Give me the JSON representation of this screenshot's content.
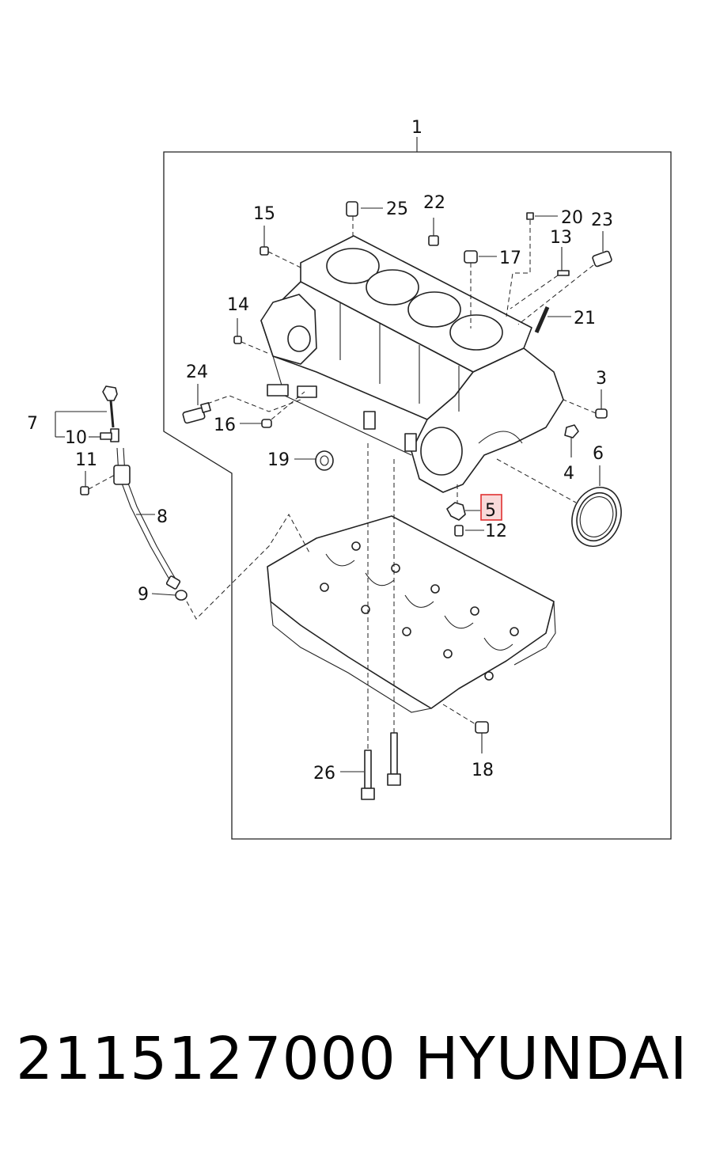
{
  "diagram": {
    "callouts": [
      {
        "id": "1",
        "text": "1"
      },
      {
        "id": "3",
        "text": "3"
      },
      {
        "id": "4",
        "text": "4"
      },
      {
        "id": "5",
        "text": "5"
      },
      {
        "id": "6",
        "text": "6"
      },
      {
        "id": "7",
        "text": "7"
      },
      {
        "id": "8",
        "text": "8"
      },
      {
        "id": "9",
        "text": "9"
      },
      {
        "id": "10",
        "text": "10"
      },
      {
        "id": "11",
        "text": "11"
      },
      {
        "id": "12",
        "text": "12"
      },
      {
        "id": "13",
        "text": "13"
      },
      {
        "id": "14",
        "text": "14"
      },
      {
        "id": "15",
        "text": "15"
      },
      {
        "id": "16",
        "text": "16"
      },
      {
        "id": "17",
        "text": "17"
      },
      {
        "id": "18",
        "text": "18"
      },
      {
        "id": "19",
        "text": "19"
      },
      {
        "id": "20",
        "text": "20"
      },
      {
        "id": "21",
        "text": "21"
      },
      {
        "id": "22",
        "text": "22"
      },
      {
        "id": "23",
        "text": "23"
      },
      {
        "id": "24",
        "text": "24"
      },
      {
        "id": "25",
        "text": "25"
      },
      {
        "id": "26",
        "text": "26"
      }
    ],
    "highlighted_callout": "5",
    "highlight_color": "#e03030"
  },
  "footer": {
    "part_number": "2115127000",
    "brand": "HYUNDAI"
  }
}
